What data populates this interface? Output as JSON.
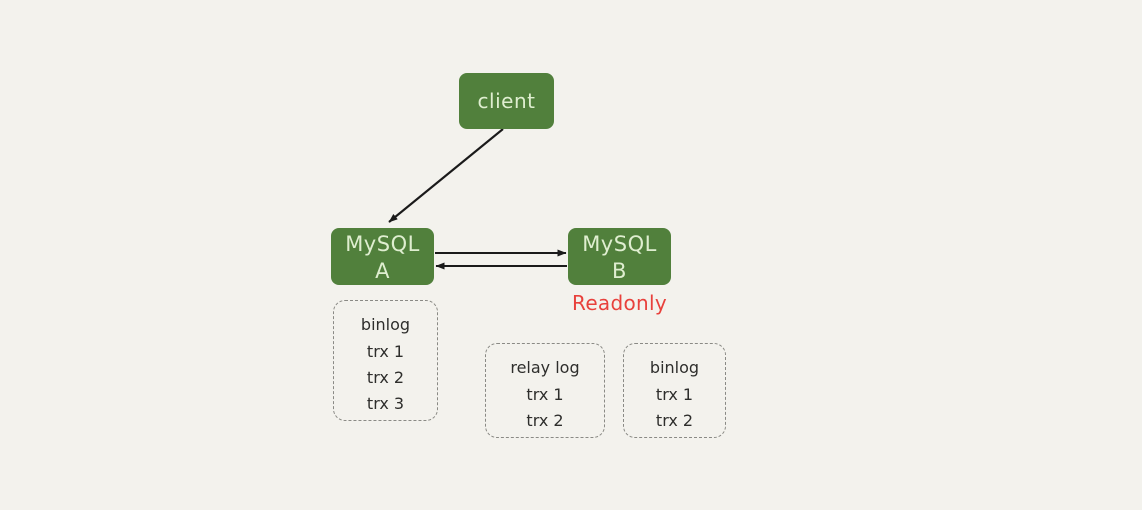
{
  "diagram": {
    "background_color": "#f3f2ed",
    "node_color": "#51803c",
    "node_text_color": "#dfeed0",
    "accent_color": "#e8413c",
    "edge_color": "#1a1a1a",
    "dashed_border_color": "#8a8a85",
    "nodes": [
      {
        "id": "client",
        "label": "client"
      },
      {
        "id": "mysql-a",
        "label_line1": "MySQL",
        "label_line2": "A"
      },
      {
        "id": "mysql-b",
        "label_line1": "MySQL",
        "label_line2": "B"
      }
    ],
    "annotations": [
      {
        "id": "readonly",
        "text": "Readonly",
        "color": "#e8413c"
      }
    ],
    "log_boxes": [
      {
        "id": "binlog-a",
        "title": "binlog",
        "entries": [
          "trx 1",
          "trx 2",
          "trx 3"
        ]
      },
      {
        "id": "relay-log-b",
        "title": "relay log",
        "entries": [
          "trx 1",
          "trx 2"
        ]
      },
      {
        "id": "binlog-b",
        "title": "binlog",
        "entries": [
          "trx 1",
          "trx 2"
        ]
      }
    ],
    "edges": [
      {
        "id": "client-to-a",
        "from": "client",
        "to": "mysql-a",
        "direction": "one-way"
      },
      {
        "id": "a-to-b",
        "from": "mysql-a",
        "to": "mysql-b",
        "direction": "one-way"
      },
      {
        "id": "b-to-a",
        "from": "mysql-b",
        "to": "mysql-a",
        "direction": "one-way"
      }
    ]
  }
}
